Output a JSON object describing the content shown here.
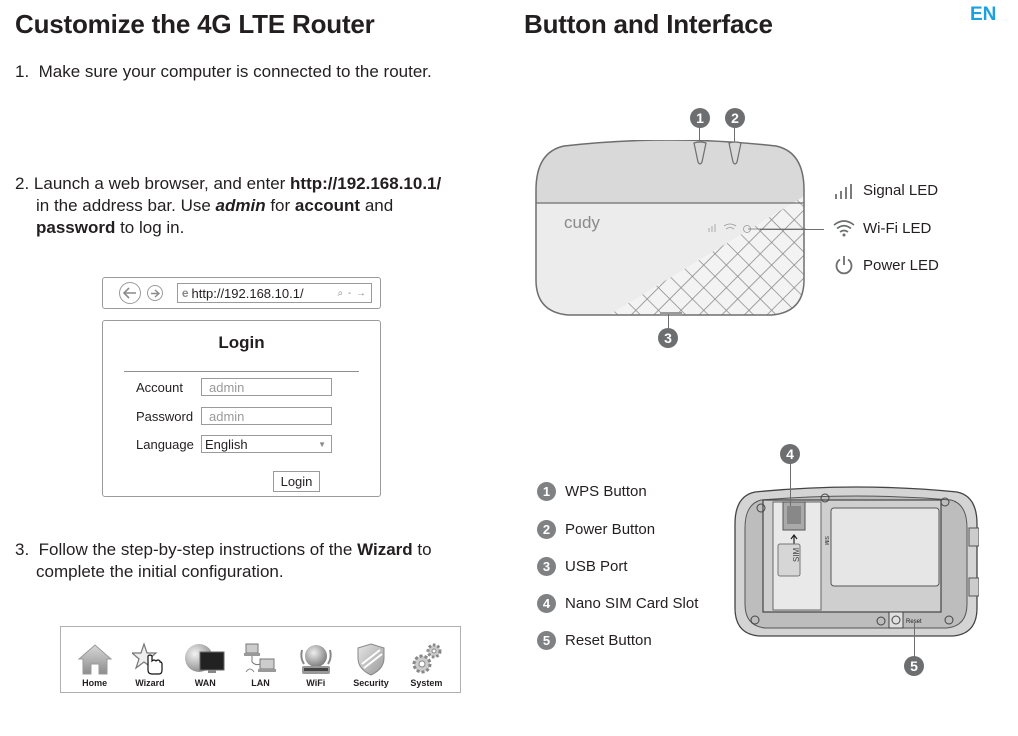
{
  "badge": {
    "language": "EN"
  },
  "left": {
    "title": "Customize the 4G LTE Router",
    "steps": [
      {
        "number": "1.",
        "text": "Make sure your computer is connected to the router."
      },
      {
        "number": "2.",
        "text_pre": "Launch a web browser, and enter ",
        "url": "http://192.168.10.1/",
        "line2_pre": "in the address bar. Use ",
        "credential": "admin",
        "line2_mid": " for ",
        "account_word": "account",
        "line2_post": " and",
        "password_word": "password",
        "line3_post": " to log in."
      },
      {
        "number": "3.",
        "text_pre": "Follow the step-by-step instructions of the ",
        "wizard_word": "Wizard",
        "text_post": " to",
        "line2": "complete the initial configuration."
      }
    ],
    "browser": {
      "back_icon": "back-arrow-icon",
      "forward_icon": "forward-arrow-icon",
      "address_icon": "ie-logo-icon",
      "address_value": "http://192.168.10.1/",
      "search_glyph": "⌕ - →"
    },
    "login": {
      "title": "Login",
      "fields": [
        {
          "label": "Account",
          "value": "admin"
        },
        {
          "label": "Password",
          "value": "admin"
        }
      ],
      "language_label": "Language",
      "language_value": "English",
      "button": "Login"
    },
    "menu": [
      {
        "label": "Home",
        "icon": "home-icon"
      },
      {
        "label": "Wizard",
        "icon": "wizard-star-icon"
      },
      {
        "label": "WAN",
        "icon": "wan-globe-icon"
      },
      {
        "label": "LAN",
        "icon": "lan-computers-icon"
      },
      {
        "label": "WiFi",
        "icon": "wifi-router-icon"
      },
      {
        "label": "Security",
        "icon": "security-shield-icon"
      },
      {
        "label": "System",
        "icon": "system-gears-icon"
      }
    ]
  },
  "right": {
    "title": "Button and Interface",
    "device_brand": "cudy",
    "leds": [
      {
        "label": "Signal LED",
        "icon": "signal-bars-icon"
      },
      {
        "label": "Wi-Fi LED",
        "icon": "wifi-icon"
      },
      {
        "label": "Power LED",
        "icon": "power-icon"
      }
    ],
    "callouts": [
      "1",
      "2",
      "3",
      "4",
      "5"
    ],
    "legend": [
      {
        "number": "1",
        "label": "WPS Button"
      },
      {
        "number": "2",
        "label": "Power Button"
      },
      {
        "number": "3",
        "label": "USB Port"
      },
      {
        "number": "4",
        "label": "Nano SIM Card Slot"
      },
      {
        "number": "5",
        "label": "Reset Button"
      }
    ],
    "back_labels": {
      "sim": "SIM",
      "sim_side": "SIM",
      "reset": "Reset"
    }
  },
  "colors": {
    "accent": "#1ba1e2",
    "callout": "#6d6e70",
    "text": "#231f20"
  }
}
